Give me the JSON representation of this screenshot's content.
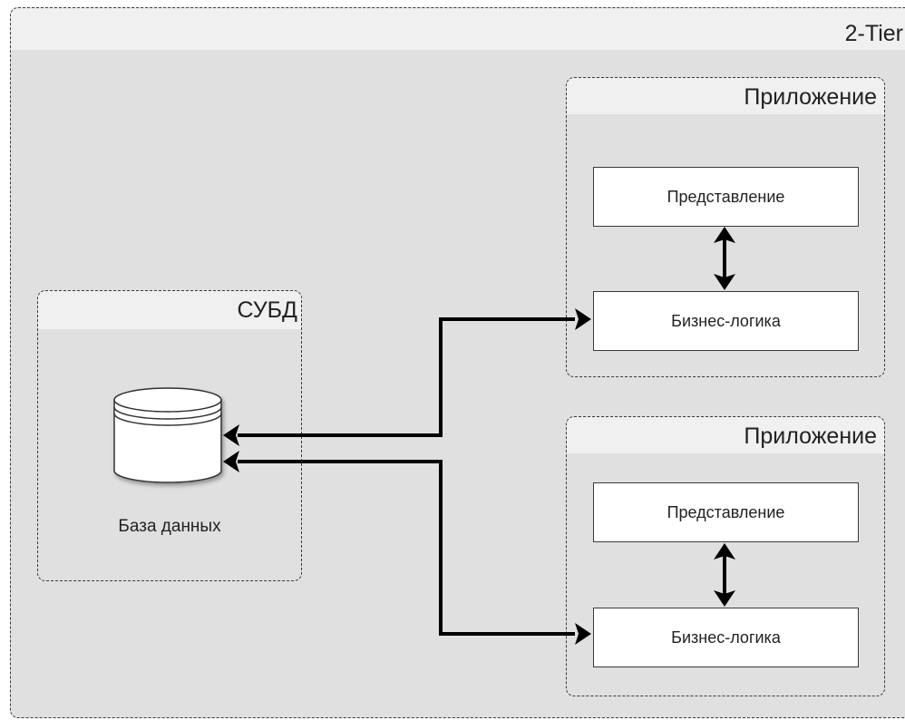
{
  "tier": {
    "label": "2-Tier"
  },
  "dbms": {
    "label": "СУБД",
    "database_label": "База данных"
  },
  "apps": [
    {
      "label": "Приложение",
      "presentation_label": "Представление",
      "logic_label": "Бизнес-логика"
    },
    {
      "label": "Приложение",
      "presentation_label": "Представление",
      "logic_label": "Бизнес-логика"
    }
  ]
}
